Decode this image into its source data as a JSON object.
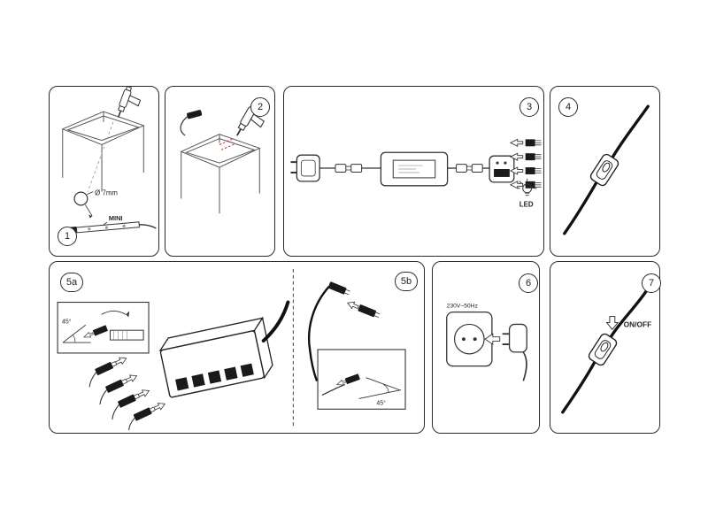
{
  "sheet": {
    "background": "#ffffff",
    "line_color": "#333333",
    "accent_red": "#cc3333"
  },
  "panels": {
    "p1": {
      "number": "1",
      "hole_label": "Ø 7mm",
      "mini_label": "MINI"
    },
    "p2": {
      "number": "2"
    },
    "p3": {
      "number": "3",
      "led_label": "LED"
    },
    "p4": {
      "number": "4"
    },
    "p5a": {
      "number": "5a",
      "angle_label": "45°"
    },
    "p5b": {
      "number": "5b",
      "angle_label": "45°"
    },
    "p6": {
      "number": "6",
      "voltage_label": "230V~50Hz"
    },
    "p7": {
      "number": "7",
      "onoff_label": "ON/OFF"
    }
  },
  "icons": {
    "p1": [
      "cabinet-frame",
      "drill-icon",
      "hole-marker",
      "led-strip-mini"
    ],
    "p2": [
      "led-module-icon",
      "cabinet-frame",
      "drill-icon",
      "position-marks"
    ],
    "p3": [
      "power-adapter-icon",
      "cable-connector-pair",
      "driver-box",
      "distributor-icon",
      "mini-plugs",
      "led-bulb-icon"
    ],
    "p4": [
      "cable-with-inline-switch"
    ],
    "p5a": [
      "angle-inset",
      "distributor-box-3d",
      "mini-plugs-with-arrows",
      "power-cable"
    ],
    "p5b": [
      "join-connectors",
      "angle-inset"
    ],
    "p6": [
      "wall-socket-icon",
      "insert-arrow",
      "plug-icon"
    ],
    "p7": [
      "cable-with-inline-switch",
      "onoff-down-arrow"
    ]
  }
}
